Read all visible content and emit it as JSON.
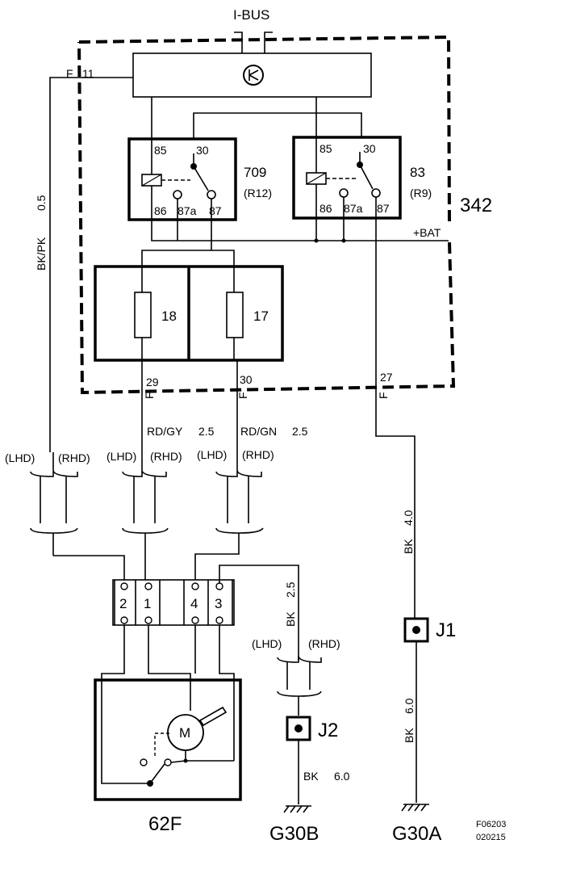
{
  "bus_label": "I-BUS",
  "module": {
    "id": "342",
    "connector_pin": "11",
    "connector_prefix": "F",
    "power_label": "+BAT"
  },
  "relays": [
    {
      "id": "709",
      "code": "(R12)",
      "pins": [
        "85",
        "30",
        "86",
        "87a",
        "87"
      ]
    },
    {
      "id": "83",
      "code": "(R9)",
      "pins": [
        "85",
        "30",
        "86",
        "87a",
        "87"
      ]
    }
  ],
  "fuses": [
    {
      "id": "18"
    },
    {
      "id": "17"
    }
  ],
  "outputs": [
    {
      "prefix": "F",
      "pin": "29"
    },
    {
      "prefix": "F",
      "pin": "30"
    },
    {
      "prefix": "F",
      "pin": "27"
    }
  ],
  "wires": [
    {
      "color": "BK/PK",
      "size": "0.5"
    },
    {
      "color": "RD/GY",
      "size": "2.5"
    },
    {
      "color": "RD/GN",
      "size": "2.5"
    },
    {
      "color": "BK",
      "size": "4.0"
    },
    {
      "color": "BK",
      "size": "2.5"
    },
    {
      "color": "BK",
      "size": "6.0"
    },
    {
      "color": "BK",
      "size": "6.0"
    }
  ],
  "options": {
    "lhd": "(LHD)",
    "rhd": "(RHD)"
  },
  "motor_connector_pins": [
    "2",
    "1",
    "4",
    "3"
  ],
  "motor": {
    "id": "62F",
    "symbol": "M"
  },
  "junctions": [
    {
      "id": "J1"
    },
    {
      "id": "J2"
    }
  ],
  "grounds": [
    {
      "id": "G30B"
    },
    {
      "id": "G30A"
    }
  ],
  "figure_ref": {
    "code": "F06203",
    "date": "020215"
  }
}
